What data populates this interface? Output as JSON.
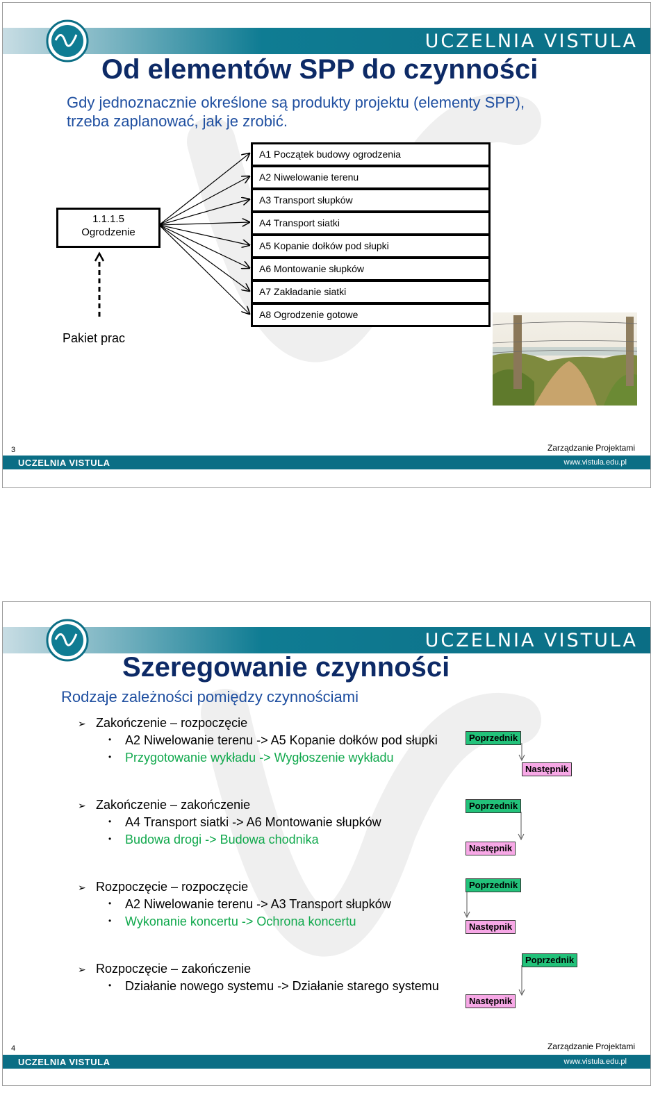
{
  "brand": "UCZELNIA VISTULA",
  "footer_url": "www.vistula.edu.pl",
  "footer_right": "Zarządzanie Projektami",
  "slide1": {
    "title": "Od elementów SPP do czynności",
    "subtitle_line1": "Gdy jednoznacznie określone są produkty projektu (elementy SPP),",
    "subtitle_line2": "trzeba zaplanować, jak je zrobić.",
    "wp_code": "1.1.1.5",
    "wp_name": "Ogrodzenie",
    "wp_label": "Pakiet prac",
    "activities": [
      "A1 Początek budowy ogrodzenia",
      "A2 Niwelowanie terenu",
      "A3 Transport słupków",
      "A4 Transport siatki",
      "A5 Kopanie dołków pod słupki",
      "A6 Montowanie słupków",
      "A7 Zakładanie siatki",
      "A8 Ogrodzenie gotowe"
    ],
    "page_number": "3"
  },
  "slide2": {
    "title": "Szeregowanie czynności",
    "subtitle": "Rodzaje zależności pomiędzy czynnościami",
    "groups": [
      {
        "heading": "Zakończenie – rozpoczęcie",
        "items": [
          "A2 Niwelowanie terenu -> A5 Kopanie dołków pod słupki",
          "Przygotowanie wykładu -> Wygłoszenie wykładu"
        ]
      },
      {
        "heading": "Zakończenie – zakończenie",
        "items": [
          "A4 Transport siatki -> A6 Montowanie słupków",
          "Budowa drogi -> Budowa chodnika"
        ]
      },
      {
        "heading": "Rozpoczęcie – rozpoczęcie",
        "items": [
          "A2 Niwelowanie terenu -> A3 Transport słupków",
          "Wykonanie koncertu -> Ochrona koncertu"
        ]
      },
      {
        "heading": "Rozpoczęcie – zakończenie",
        "items": [
          "Działanie nowego systemu -> Działanie starego systemu"
        ]
      }
    ],
    "tag_predecessor": "Poprzednik",
    "tag_successor": "Następnik",
    "page_number": "4"
  }
}
